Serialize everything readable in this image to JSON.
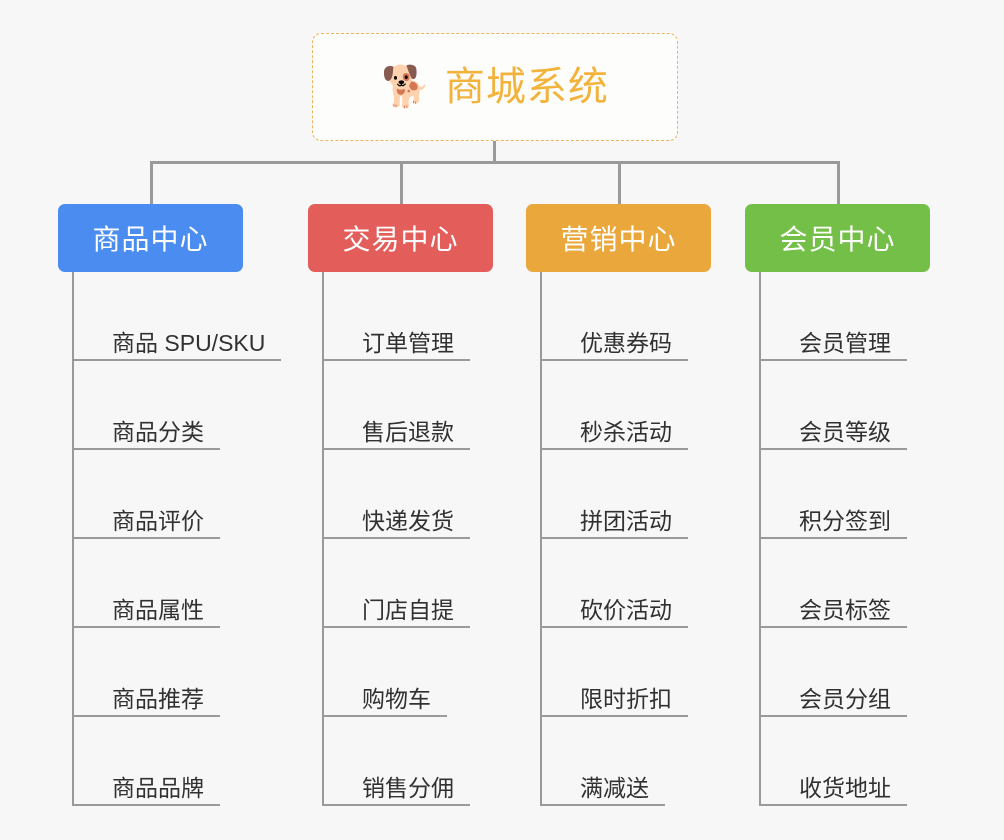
{
  "page": {
    "background_color": "#f7f7f7",
    "line_color": "#9a9a9a",
    "leaf_text_color": "#313131"
  },
  "root": {
    "title": "商城系统",
    "icon": "shiba-dog-face-icon",
    "icon_glyph": "🐕",
    "title_color": "#f2b33d",
    "border_color": "#e8b558",
    "background_color": "#fdfdfc"
  },
  "categories": [
    {
      "label": "商品中心",
      "color": "#4a8cf0",
      "items": [
        "商品 SPU/SKU",
        "商品分类",
        "商品评价",
        "商品属性",
        "商品推荐",
        "商品品牌"
      ]
    },
    {
      "label": "交易中心",
      "color": "#e35d5b",
      "items": [
        "订单管理",
        "售后退款",
        "快递发货",
        "门店自提",
        "购物车",
        "销售分佣"
      ]
    },
    {
      "label": "营销中心",
      "color": "#eaa83c",
      "items": [
        "优惠券码",
        "秒杀活动",
        "拼团活动",
        "砍价活动",
        "限时折扣",
        "满减送"
      ]
    },
    {
      "label": "会员中心",
      "color": "#74bf48",
      "items": [
        "会员管理",
        "会员等级",
        "积分签到",
        "会员标签",
        "会员分组",
        "收货地址"
      ]
    }
  ]
}
